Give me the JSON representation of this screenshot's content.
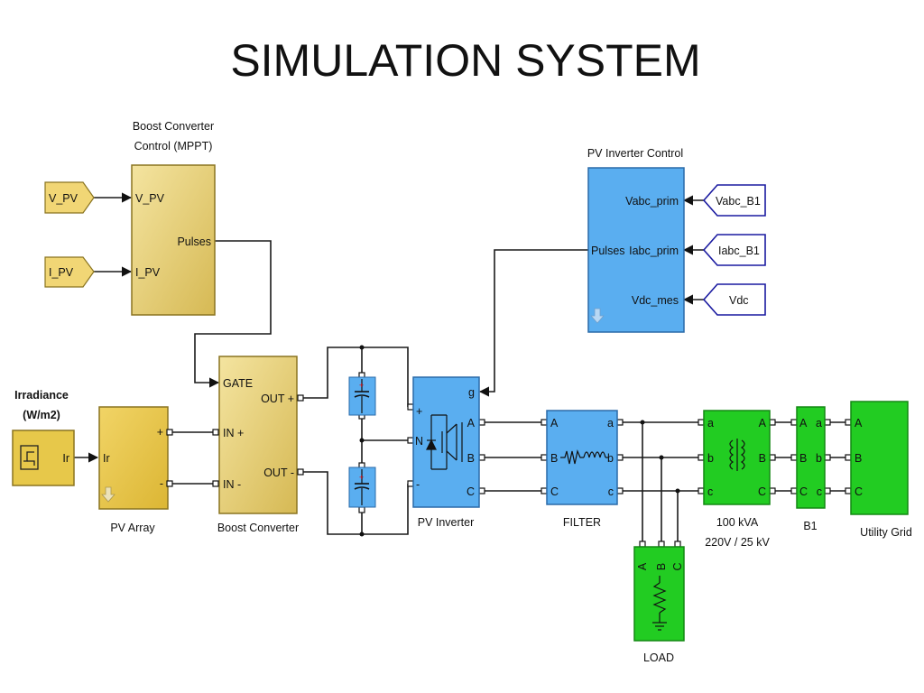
{
  "title": "SIMULATION SYSTEM",
  "blocks": {
    "mppt": {
      "label_line1": "Boost Converter",
      "label_line2": "Control (MPPT)",
      "in1": "V_PV",
      "in2": "I_PV",
      "out": "Pulses"
    },
    "inv_ctrl": {
      "label": "PV Inverter Control",
      "in1": "Vabc_prim",
      "in2": "Iabc_prim",
      "in3": "Vdc_mes",
      "out": "Pulses"
    },
    "irradiance": {
      "label_line1": "Irradiance",
      "label_line2": "(W/m2)",
      "out": "Ir"
    },
    "pv_array": {
      "label": "PV Array",
      "in": "Ir",
      "plus": "+",
      "minus": "-"
    },
    "boost": {
      "label": "Boost Converter",
      "gate": "GATE",
      "in_plus": "IN +",
      "in_minus": "IN -",
      "out_plus": "OUT +",
      "out_minus": "OUT -"
    },
    "pv_inverter": {
      "label": "PV Inverter",
      "g": "g",
      "a": "A",
      "b": "B",
      "c": "C",
      "plus": "+",
      "n": "N",
      "minus": "-"
    },
    "filter": {
      "label": "FILTER",
      "A": "A",
      "B": "B",
      "C": "C",
      "a": "a",
      "b": "b",
      "c": "c"
    },
    "transformer": {
      "label_line1": "100 kVA",
      "label_line2": "220V / 25 kV",
      "a": "a",
      "b": "b",
      "c": "c",
      "A": "A",
      "B": "B",
      "C": "C"
    },
    "b1": {
      "label": "B1",
      "A": "A",
      "B": "B",
      "C": "C",
      "a": "a",
      "b": "b",
      "c": "c"
    },
    "grid": {
      "label": "Utility Grid",
      "A": "A",
      "B": "B",
      "C": "C"
    },
    "load": {
      "label": "LOAD",
      "A": "A",
      "B": "B",
      "C": "C"
    }
  },
  "tags": {
    "v_pv": "V_PV",
    "i_pv": "I_PV",
    "vabc_b1": "Vabc_B1",
    "iabc_b1": "Iabc_B1",
    "vdc": "Vdc"
  },
  "colors": {
    "control_block": "#e6cf72",
    "control_block_dark": "#b89a2e",
    "pv_block": "#e7c84a",
    "inverter_block": "#5aaef0",
    "power_block": "#22cc22",
    "tag_yellow": "#f1d675",
    "tag_blue_stroke": "#1a1aa0"
  }
}
